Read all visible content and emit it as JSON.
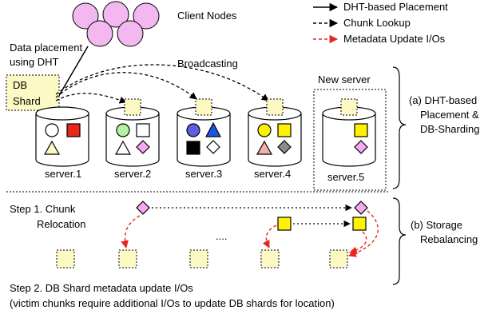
{
  "legend": {
    "dht_placement": "DHT-based Placement",
    "chunk_lookup": "Chunk Lookup",
    "metadata_update": "Metadata Update I/Os"
  },
  "top": {
    "client_nodes": "Client Nodes",
    "data_placement_line1": "Data placement",
    "data_placement_line2": "using DHT",
    "db_shard_line1": "DB",
    "db_shard_line2": "Shard",
    "broadcasting": "Broadcasting",
    "new_server": "New server"
  },
  "servers": [
    "server.1",
    "server.2",
    "server.3",
    "server.4",
    "server.5"
  ],
  "section_a": {
    "line1": "(a) DHT-based",
    "line2": "Placement &",
    "line3": "DB-Sharding"
  },
  "section_b": {
    "line1": "(b) Storage",
    "line2": "Rebalancing"
  },
  "steps": {
    "step1_line1": "Step 1. Chunk",
    "step1_line2": "Relocation",
    "ellipsis": "....",
    "step2_line1": "Step 2. DB Shard metadata update I/Os",
    "step2_line2": "(victim chunks require additional I/Os to update DB shards for location)"
  },
  "colors": {
    "client_node": "#f4b8f0",
    "shard_fill": "#fdf9c4",
    "red": "#e8261c",
    "green": "#b6f0a4",
    "blue": "#5b5fe0",
    "yellow": "#fff200",
    "pink": "#f4b0b0",
    "magenta": "#f7a8f2",
    "gray": "#8c8c8c",
    "dashed_red": "#e8261c"
  }
}
